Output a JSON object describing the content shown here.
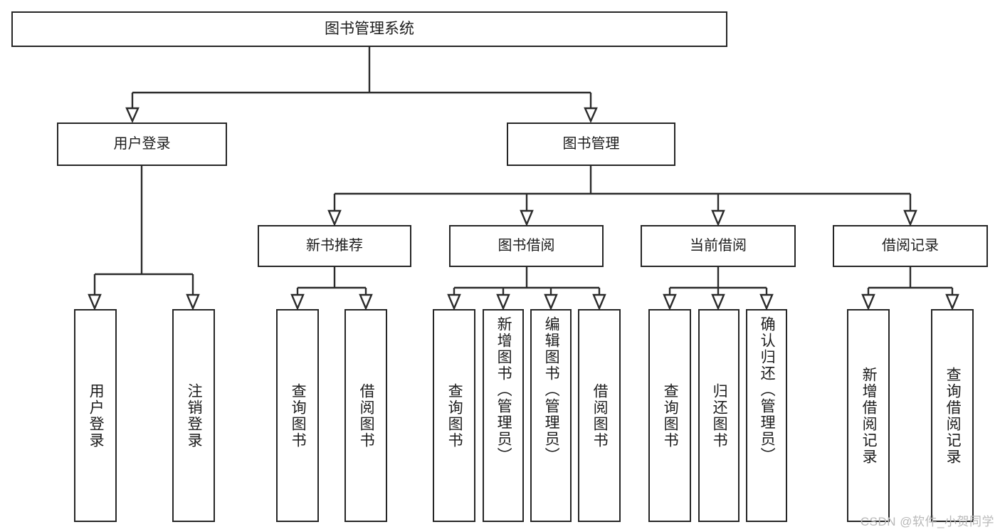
{
  "diagram": {
    "title": "图书管理系统",
    "type": "tree",
    "root": {
      "label": "图书管理系统"
    },
    "level2": [
      {
        "label": "用户登录"
      },
      {
        "label": "图书管理"
      }
    ],
    "level3": [
      {
        "label": "新书推荐"
      },
      {
        "label": "图书借阅"
      },
      {
        "label": "当前借阅"
      },
      {
        "label": "借阅记录"
      }
    ],
    "leaves": {
      "user_login": [
        {
          "label": "用户登录"
        },
        {
          "label": "注销登录"
        }
      ],
      "new_book": [
        {
          "label": "查询图书"
        },
        {
          "label": "借阅图书"
        }
      ],
      "borrow_book": [
        {
          "label": "查询图书"
        },
        {
          "label": "新增图书（管理员）"
        },
        {
          "label": "编辑图书（管理员）"
        },
        {
          "label": "借阅图书"
        }
      ],
      "current_borrow": [
        {
          "label": "查询图书"
        },
        {
          "label": "归还图书"
        },
        {
          "label": "确认归还（管理员）"
        }
      ],
      "borrow_record": [
        {
          "label": "新增借阅记录"
        },
        {
          "label": "查询借阅记录"
        }
      ]
    }
  },
  "watermark": {
    "text": "CSDN @软件_小贺同学"
  },
  "colors": {
    "stroke": "#262626",
    "background": "#ffffff",
    "text": "#1c1c1c",
    "watermark": "#b9b9b9"
  }
}
